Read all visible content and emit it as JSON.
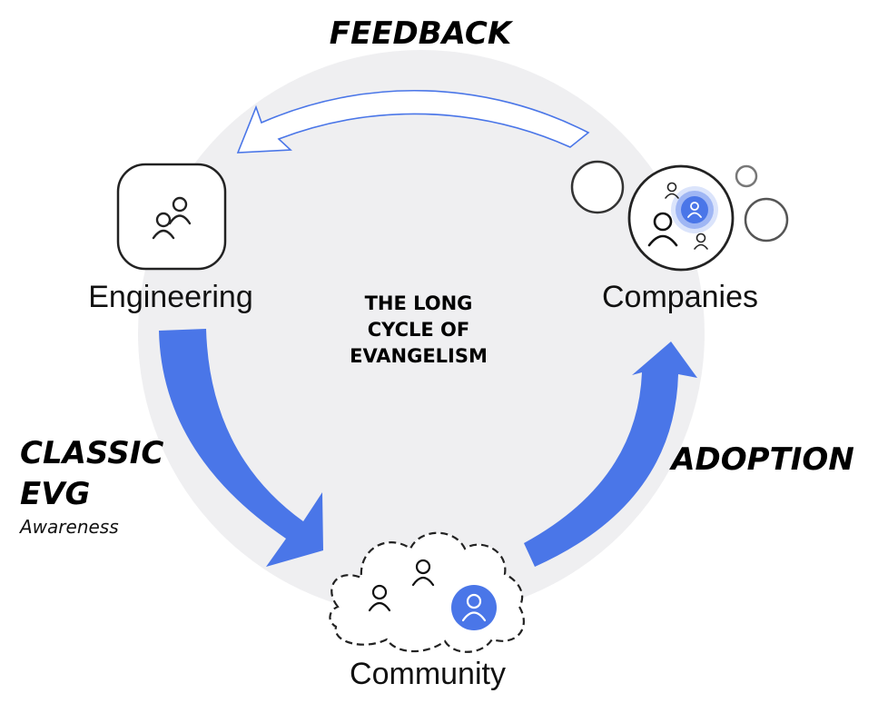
{
  "diagram": {
    "center_title": [
      "THE LONG",
      "CYCLE OF",
      "EVANGELISM"
    ],
    "nodes": {
      "engineering": "Engineering",
      "companies": "Companies",
      "community": "Community"
    },
    "phases": {
      "feedback": "FEEDBACK",
      "adoption": "ADOPTION",
      "classic_line1": "CLASSIC",
      "classic_line2": "EVG",
      "classic_sub": "Awareness"
    },
    "colors": {
      "accent": "#4a76e8",
      "background_circle": "#efeff1",
      "stroke": "#222222"
    },
    "icons": [
      "group-icon",
      "person-icon",
      "cloud-icon",
      "bubble-icon"
    ]
  }
}
